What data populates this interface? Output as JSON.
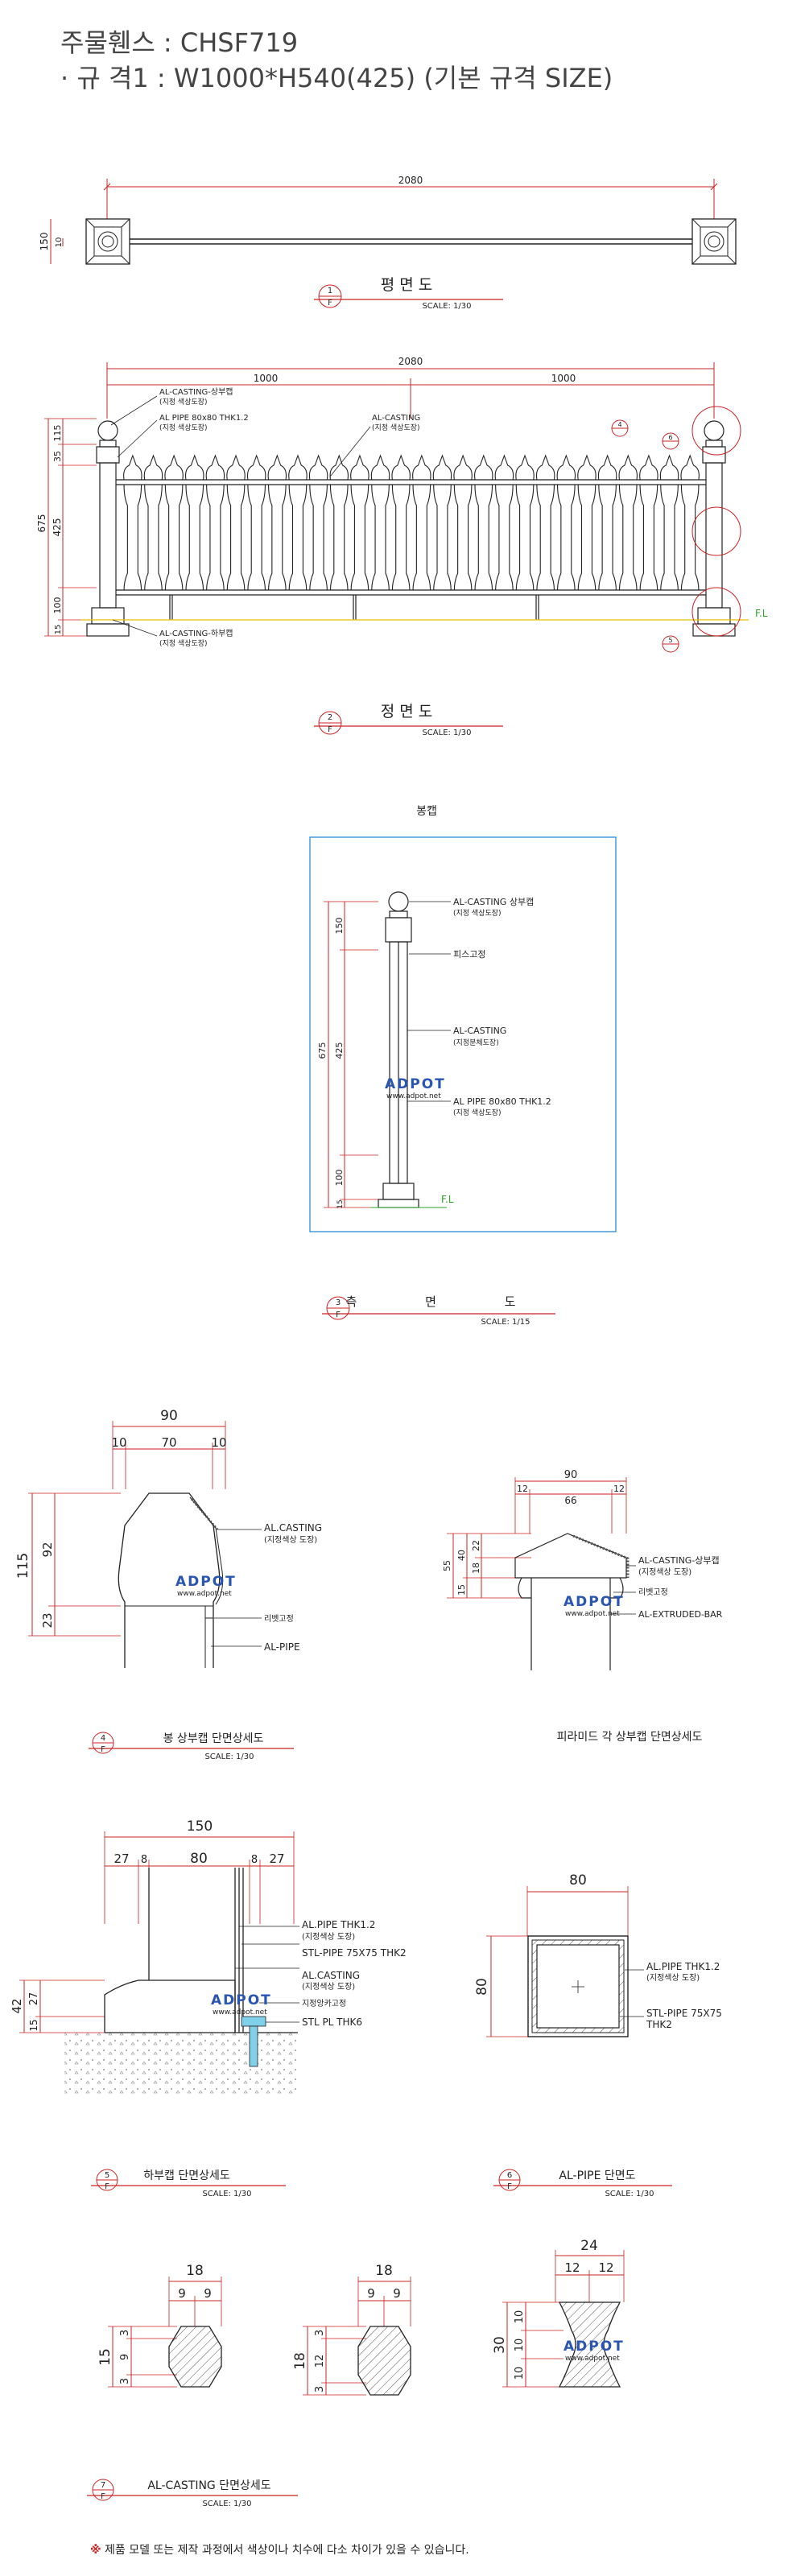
{
  "header": {
    "title": "주물휀스 : CHSF719",
    "spec": "· 규 격1 : W1000*H540(425)  (기본 규격 SIZE)"
  },
  "plan": {
    "dim_total": "2080",
    "dim_150": "150",
    "dim_10": "10",
    "title": "평 면 도",
    "num": "1",
    "sheet": "F",
    "scale": "SCALE: 1/30"
  },
  "front": {
    "dim_total": "2080",
    "dim_left": "1000",
    "dim_right": "1000",
    "label_top_cap_1": "AL-CASTING-상부캡",
    "label_top_cap_2": "(지정 색상도장)",
    "label_pipe_1": "AL PIPE 80x80 THK1.2",
    "label_pipe_2": "(지정 색상도장)",
    "label_casting_1": "AL-CASTING",
    "label_casting_2": "(지정 색상도장)",
    "label_bottom_cap_1": "AL-CASTING-하부캡",
    "label_bottom_cap_2": "(지정 색상도장)",
    "dim_675": "675",
    "dim_425": "425",
    "dim_115": "115",
    "dim_35": "35",
    "dim_100": "100",
    "dim_15": "15",
    "fl": "F.L",
    "callout_4": "4",
    "callout_5": "5",
    "callout_6": "6",
    "title": "정 면 도",
    "num": "2",
    "sheet": "F",
    "scale": "SCALE: 1/30"
  },
  "side": {
    "box_title": "봉캡",
    "label_top_cap_1": "AL-CASTING 상부캡",
    "label_top_cap_2": "(지정 색상도장)",
    "label_screw": "피스고정",
    "label_casting_1": "AL-CASTING",
    "label_casting_2": "(지정분체도장)",
    "label_pipe_1": "AL PIPE 80x80 THK1.2",
    "label_pipe_2": "(지정 색상도장)",
    "dim_675": "675",
    "dim_150": "150",
    "dim_425": "425",
    "dim_100": "100",
    "dim_15": "15",
    "fl": "F.L",
    "watermark": "ADPOT",
    "watermark_url": "www.adpot.net",
    "title": "측 면 도",
    "num": "3",
    "sheet": "F",
    "scale": "SCALE: 1/15"
  },
  "detail4": {
    "dim_90": "90",
    "dim_10a": "10",
    "dim_70": "70",
    "dim_10b": "10",
    "dim_115": "115",
    "dim_92": "92",
    "dim_23": "23",
    "label_casting_1": "AL.CASTING",
    "label_casting_2": "(지정색상 도장)",
    "label_rivet": "리벳고정",
    "label_pipe": "AL-PIPE",
    "watermark": "ADPOT",
    "watermark_url": "www.adpot.net",
    "title": "봉 상부캡 단면상세도",
    "num": "4",
    "sheet": "F",
    "scale": "SCALE: 1/30"
  },
  "pyramid": {
    "dim_90": "90",
    "dim_12a": "12",
    "dim_66": "66",
    "dim_12b": "12",
    "dim_55": "55",
    "dim_40": "40",
    "dim_22": "22",
    "dim_18": "18",
    "dim_15": "15",
    "label_cap_1": "AL-CASTING-상부캡",
    "label_cap_2": "(지정색상 도장)",
    "label_rivet": "리벳고정",
    "label_bar": "AL-EXTRUDED-BAR",
    "watermark": "ADPOT",
    "watermark_url": "www.adpot.net",
    "title": "피라미드 각 상부캡 단면상세도"
  },
  "detail5": {
    "dim_150": "150",
    "dim_27a": "27",
    "dim_8a": "8",
    "dim_80": "80",
    "dim_8b": "8",
    "dim_27b": "27",
    "dim_42": "42",
    "dim_27c": "27",
    "dim_15": "15",
    "label_pipe_1": "AL.PIPE THK1.2",
    "label_pipe_2": "(지정색상 도장)",
    "label_stl_pipe": "STL-PIPE 75X75 THK2",
    "label_casting_1": "AL.CASTING",
    "label_casting_2": "(지정색상 도장)",
    "label_anchor": "지정앙카고정",
    "label_plate": "STL PL THK6",
    "watermark": "ADPOT",
    "watermark_url": "www.adpot.net",
    "title": "하부캡 단면상세도",
    "num": "5",
    "sheet": "F",
    "scale": "SCALE: 1/30"
  },
  "detail6": {
    "dim_80a": "80",
    "dim_80b": "80",
    "label_pipe_1": "AL.PIPE THK1.2",
    "label_pipe_2": "(지정색상 도장)",
    "label_stl_1": "STL-PIPE 75X75",
    "label_stl_2": "THK2",
    "title": "AL-PIPE 단면도",
    "num": "6",
    "sheet": "F",
    "scale": "SCALE: 1/30"
  },
  "detail7": {
    "a_dim_18": "18",
    "a_dim_9a": "9",
    "a_dim_9b": "9",
    "a_dim_15": "15",
    "a_dim_3a": "3",
    "a_dim_9": "9",
    "a_dim_3b": "3",
    "b_dim_18a": "18",
    "b_dim_9a": "9",
    "b_dim_9b": "9",
    "b_dim_18": "18",
    "b_dim_3a": "3",
    "b_dim_12": "12",
    "b_dim_3b": "3",
    "c_dim_24": "24",
    "c_dim_12a": "12",
    "c_dim_12b": "12",
    "c_dim_30": "30",
    "c_dim_10a": "10",
    "c_dim_10b": "10",
    "c_dim_10c": "10",
    "watermark": "ADPOT",
    "watermark_url": "www.adpot.net",
    "title": "AL-CASTING 단면상세도",
    "num": "7",
    "sheet": "F",
    "scale": "SCALE: 1/30"
  },
  "footnote": {
    "mark": "※",
    "text": "제품 모델 또는 제작 과정에서 색상이나 치수에 다소 차이가 있을 수 있습니다."
  },
  "colors": {
    "dim_red": "#cc2222",
    "line": "#222222",
    "box_blue": "#2b8ad6",
    "fl_green": "#2aa52a",
    "floor_yellow": "#e3c000",
    "callout_red": "#cc2222",
    "adpot_red": "#d62020",
    "adpot_blue": "#2a55b0"
  }
}
